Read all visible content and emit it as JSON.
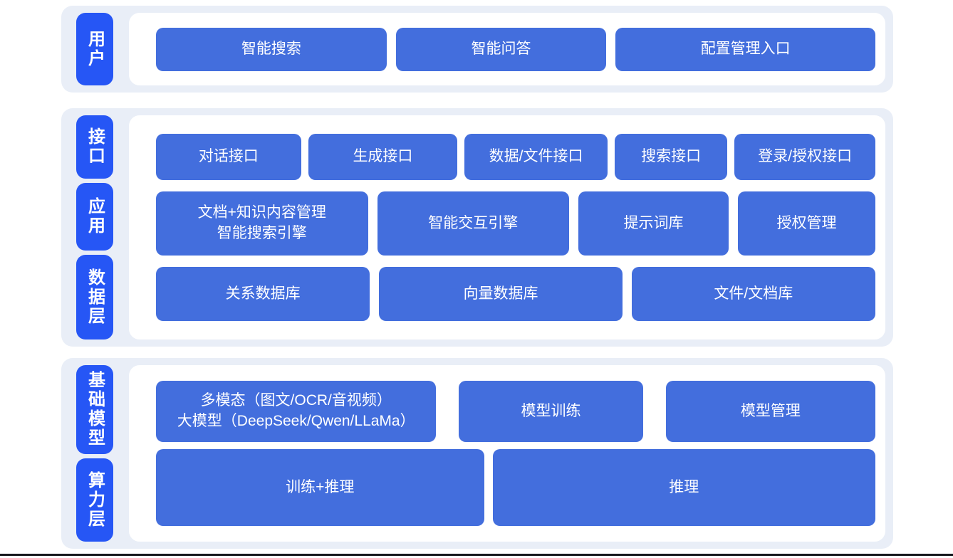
{
  "theme": {
    "label_blue": "#2656f5",
    "box_blue": "#436edd",
    "container_bg": "#e9eef7",
    "panel_bg": "#ffffff",
    "text_color": "#ffffff",
    "rule_color": "#16181d"
  },
  "sections": [
    {
      "labels": [
        "用户"
      ],
      "rows": [
        [
          "智能搜索",
          "智能问答",
          "配置管理入口"
        ]
      ]
    },
    {
      "labels": [
        "接口",
        "应用",
        "数据层"
      ],
      "rows": [
        [
          "对话接口",
          "生成接口",
          "数据/文件接口",
          "搜索接口",
          "登录/授权接口"
        ],
        [
          "文档+知识内容管理\n智能搜索引擎",
          "智能交互引擎",
          "提示词库",
          "授权管理"
        ],
        [
          "关系数据库",
          "向量数据库",
          "文件/文档库"
        ]
      ]
    },
    {
      "labels": [
        "基础模型",
        "算力层"
      ],
      "rows": [
        [
          "多模态（图文/OCR/音视频）\n大模型（DeepSeek/Qwen/LLaMa）",
          "模型训练",
          "模型管理"
        ],
        [
          "训练+推理",
          "推理"
        ]
      ]
    }
  ]
}
